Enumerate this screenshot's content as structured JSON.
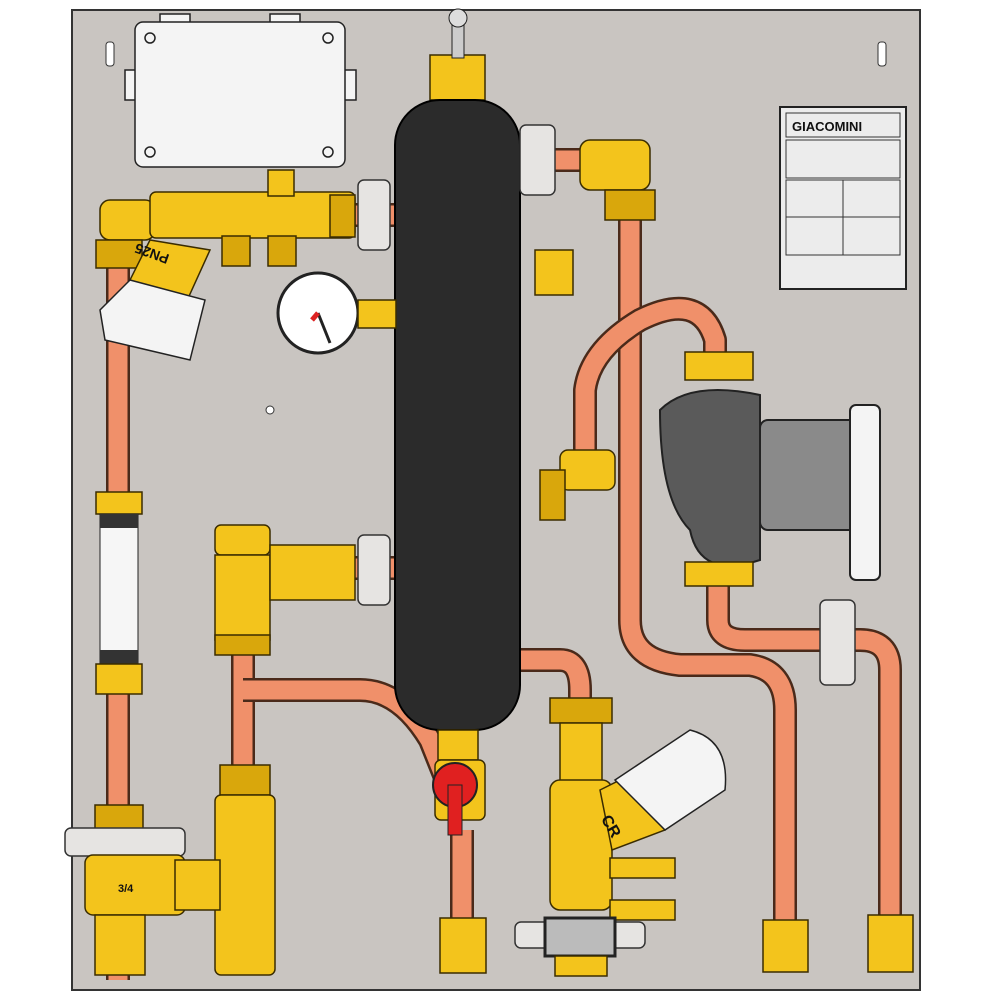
{
  "diagram": {
    "brand_logo": "GIACOMINI",
    "strainer_marking": "PN25",
    "balancing_valve_marking": "CR",
    "size_marking": "3/4",
    "colors": {
      "panel": "#c9c5c1",
      "copper_pipe": "#f0906a",
      "brass": "#f3c41c",
      "separator_tank": "#2b2b2b",
      "ball_valve_handle": "#e02020"
    }
  }
}
